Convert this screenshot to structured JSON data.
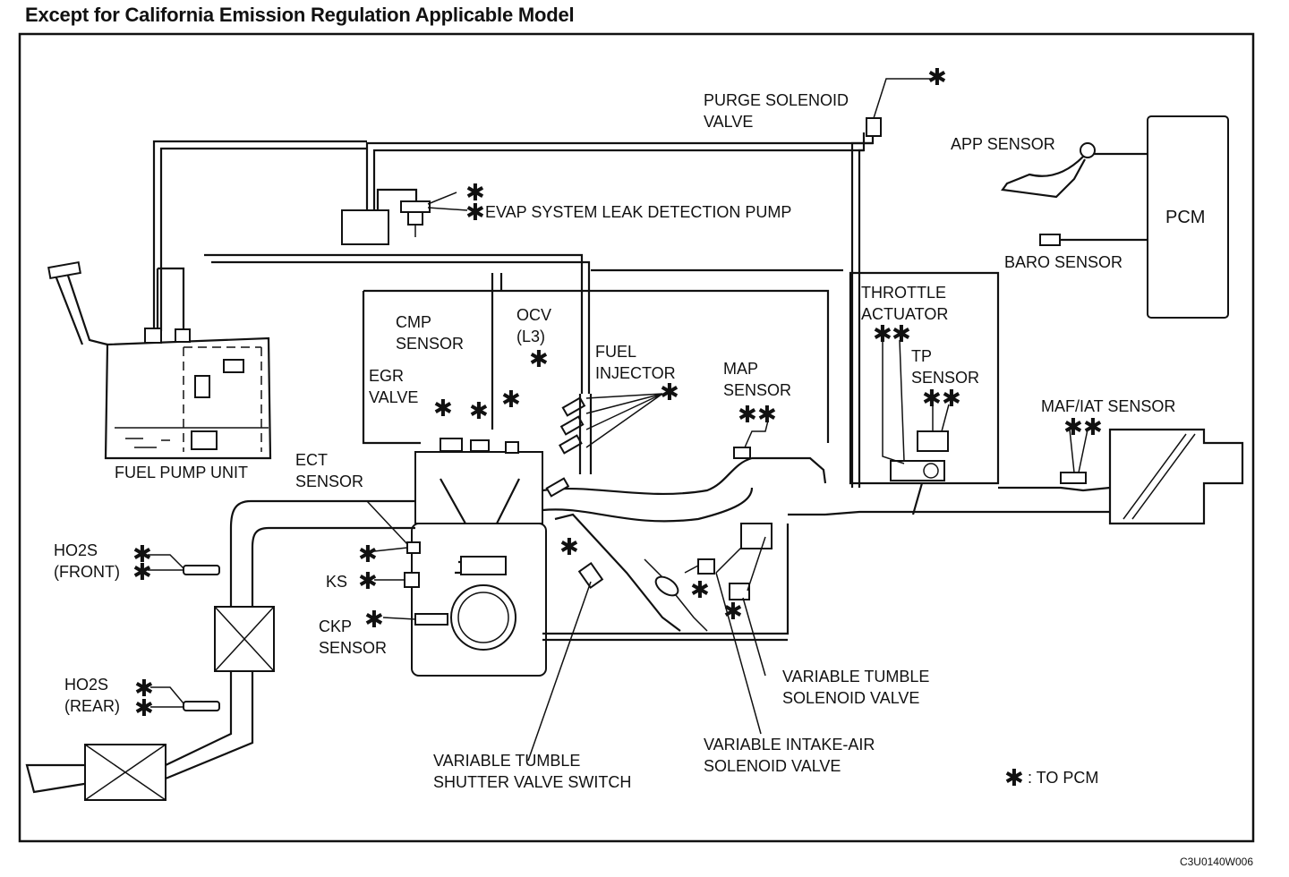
{
  "title": "Except for California Emission Regulation Applicable Model",
  "image_code": "C3U0140W006",
  "components": {
    "purge_solenoid_valve": "PURGE SOLENOID\nVALVE",
    "app_sensor": "APP SENSOR",
    "pcm": "PCM",
    "evap_pump": "EVAP SYSTEM LEAK DETECTION PUMP",
    "baro_sensor": "BARO SENSOR",
    "throttle_actuator": "THROTTLE\nACTUATOR",
    "tp_sensor": "TP\nSENSOR",
    "cmp_sensor": "CMP\nSENSOR",
    "ocv": "OCV\n(L3)",
    "fuel_injector": "FUEL\nINJECTOR",
    "egr_valve": "EGR\nVALVE",
    "map_sensor": "MAP\nSENSOR",
    "maf_iat_sensor": "MAF/IAT SENSOR",
    "fuel_pump_unit": "FUEL PUMP UNIT",
    "ect_sensor": "ECT\nSENSOR",
    "ho2s_front": "HO2S\n(FRONT)",
    "ks": "KS",
    "ckp_sensor": "CKP\nSENSOR",
    "ho2s_rear": "HO2S\n(REAR)",
    "variable_tumble_solenoid_valve": "VARIABLE TUMBLE\nSOLENOID VALVE",
    "variable_intake_air_solenoid_valve": "VARIABLE INTAKE-AIR\nSOLENOID VALVE",
    "variable_tumble_shutter_valve_switch": "VARIABLE TUMBLE\nSHUTTER VALVE SWITCH"
  },
  "legend": {
    "symbol": "✱",
    "text": ": TO PCM"
  }
}
